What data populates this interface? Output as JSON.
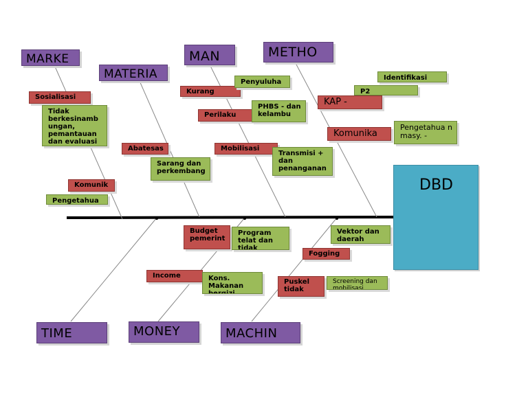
{
  "effect": {
    "label": "DBD"
  },
  "categories": {
    "marke": "MARKE",
    "materia": "MATERIA",
    "man": "MAN",
    "metho": "METHO",
    "time": "TIME",
    "money": "MONEY",
    "machin": "MACHIN"
  },
  "causes": {
    "sosialisasi": "Sosialisasi",
    "tidak_berkesinambungan": "Tidak berkesinamb ungan, pemantauan dan evaluasi",
    "komunik": "Komunik",
    "pengetahua_marke": "Pengetahua",
    "abatesas": "Abatesas",
    "sarang": "Sarang dan perkembang",
    "kurang": "Kurang",
    "penyuluha": "Penyuluha",
    "perilaku": "Perilaku",
    "phbs": "PHBS - dan kelambu",
    "mobilisasi": "Mobilisasi",
    "transmisi": "Transmisi + dan penanganan",
    "identifikasi": "Identifikasi",
    "p2": "P2",
    "kap": "KAP -",
    "komunika": "Komunika",
    "pengetahuan_masy": "Pengetahua n masy. -",
    "budget": "Budget pemerint",
    "program": "Program telat dan tidak",
    "income": "Income",
    "kons_makanan": "Kons. Makanan bergizi",
    "vektor": "Vektor dan daerah",
    "fogging": "Fogging",
    "puskel": "Puskel tidak",
    "screening": "Screening dan mobilisasi"
  }
}
